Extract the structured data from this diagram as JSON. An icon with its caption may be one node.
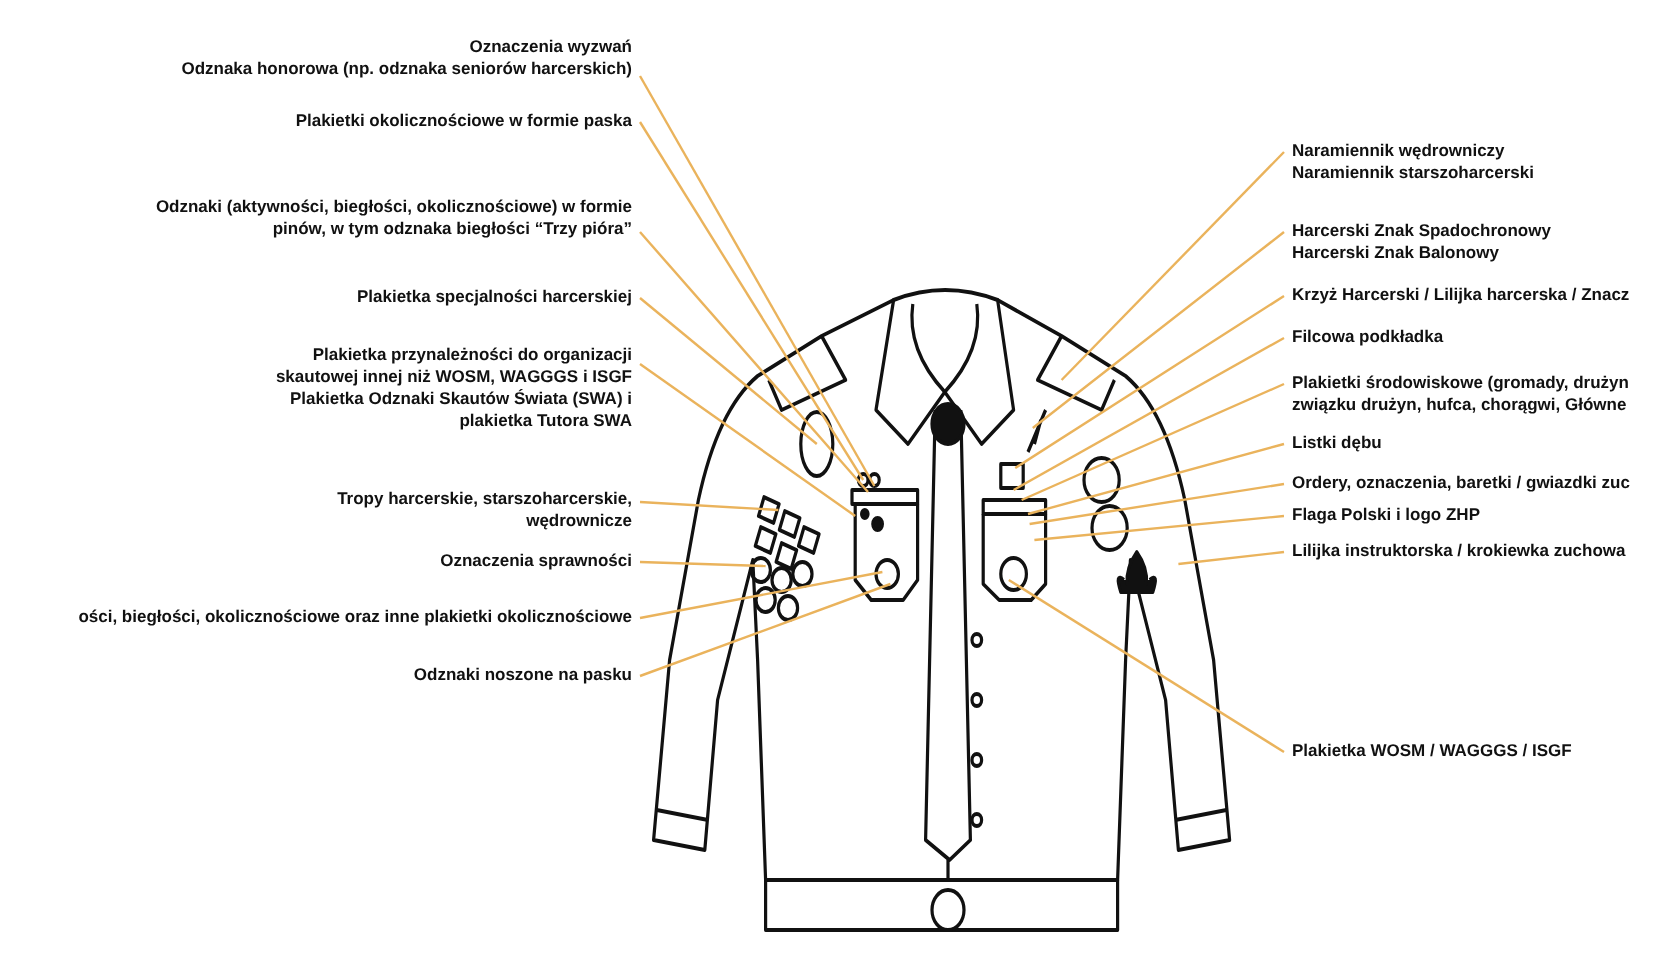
{
  "diagram": {
    "nodes": [
      {
        "text": [
          "Oznaczenia wyzwań",
          "Odznaka honorowa (np. odznaka seniorów harcerskich)"
        ]
      },
      {
        "text": [
          "Plakietki okolicznościowe w formie paska"
        ]
      },
      {
        "text": [
          "Odznaki (aktywności, biegłości, okolicznościowe) w formie pinów, w tym odznaka biegłości “Trzy pióra”"
        ]
      },
      {
        "text": [
          "Plakietka specjalności harcerskiej"
        ]
      },
      {
        "text": [
          "Plakietka przynależności do organizacji skautowej innej niż WOSM, WAGGGS i ISGF",
          "Plakietka Odznaki Skautów Świata (SWA) i plakietka Tutora SWA"
        ]
      },
      {
        "text": [
          "Tropy harcerskie, starszoharcerskie, wędrownicze"
        ]
      },
      {
        "text": [
          "Oznaczenia sprawności"
        ]
      },
      {
        "text": [
          "ości, biegłości, okolicznościowe oraz inne plakietki okolicznościowe"
        ]
      },
      {
        "text": [
          "Odznaki noszone na pasku"
        ]
      },
      {
        "text": [
          "Naramiennik wędrowniczy",
          "Naramiennik starszoharcerski"
        ]
      },
      {
        "text": [
          "Harcerski Znak Spadochronowy",
          "Harcerski Znak Balonowy"
        ]
      },
      {
        "text": [
          "Krzyż Harcerski / Lilijka harcerska / Znacz"
        ]
      },
      {
        "text": [
          "Filcowa podkładka"
        ]
      },
      {
        "text": [
          "Plakietki środowiskowe (gromady, drużyn związku drużyn, hufca, chorągwi, Główne"
        ]
      },
      {
        "text": [
          "Listki dębu"
        ]
      },
      {
        "text": [
          "Ordery, oznaczenia, baretki / gwiazdki zuc"
        ]
      },
      {
        "text": [
          "Flaga Polski i logo ZHP"
        ]
      },
      {
        "text": [
          "Lilijka instruktorska / krokiewka zuchowa"
        ]
      },
      {
        "text": [
          "Plakietka WOSM / WAGGGS / ISGF"
        ]
      }
    ],
    "edges": [
      {
        "from": 0,
        "to": null,
        "arrow": "none"
      },
      {
        "from": 1,
        "to": null,
        "arrow": "none"
      },
      {
        "from": 2,
        "to": null,
        "arrow": "none"
      },
      {
        "from": 3,
        "to": null,
        "arrow": "none"
      },
      {
        "from": 4,
        "to": null,
        "arrow": "none"
      },
      {
        "from": 5,
        "to": null,
        "arrow": "none"
      },
      {
        "from": 6,
        "to": null,
        "arrow": "none"
      },
      {
        "from": 7,
        "to": null,
        "arrow": "none"
      },
      {
        "from": 8,
        "to": null,
        "arrow": "none"
      },
      {
        "from": 9,
        "to": null,
        "arrow": "none"
      },
      {
        "from": 10,
        "to": null,
        "arrow": "none"
      },
      {
        "from": 11,
        "to": null,
        "arrow": "none"
      },
      {
        "from": 12,
        "to": null,
        "arrow": "none"
      },
      {
        "from": 13,
        "to": null,
        "arrow": "none"
      },
      {
        "from": 14,
        "to": null,
        "arrow": "none"
      },
      {
        "from": 15,
        "to": null,
        "arrow": "none"
      },
      {
        "from": 16,
        "to": null,
        "arrow": "none"
      },
      {
        "from": 17,
        "to": null,
        "arrow": "none"
      },
      {
        "from": 18,
        "to": null,
        "arrow": "none"
      }
    ]
  }
}
